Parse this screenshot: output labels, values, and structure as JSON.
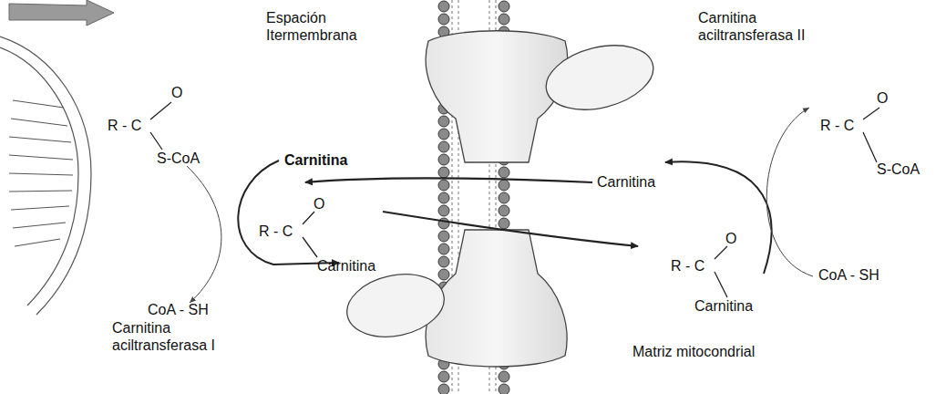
{
  "diagram": {
    "nodes": [
      {
        "text": [
          "Carnitina aciltransferasa I"
        ]
      },
      {
        "text": [
          "Carnitina aciltransferasa II"
        ]
      }
    ],
    "labels": [
      "Espación Itermembrana",
      "O",
      "R - C",
      "S-CoA",
      "Carnitina",
      "O",
      "R - C",
      "Carnitina",
      "CoA - SH",
      "Carnitina",
      "O",
      "R - C",
      "S-CoA",
      "O",
      "R - C",
      "Carnitina",
      "CoA - SH",
      "Matriz mitocondrial"
    ]
  }
}
